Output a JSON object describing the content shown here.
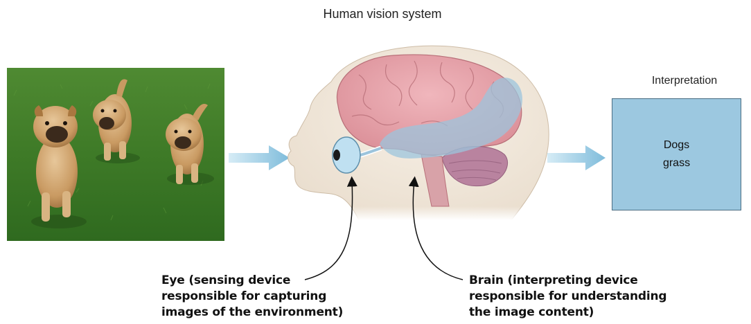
{
  "title": "Human vision system",
  "interpretation": {
    "label": "Interpretation",
    "lines": [
      "Dogs",
      "grass"
    ]
  },
  "captions": {
    "eye": [
      "Eye (sensing device",
      "responsible for capturing",
      "images of the environment)"
    ],
    "brain": [
      "Brain (interpreting device",
      "responsible for understanding",
      "the image content)"
    ]
  },
  "colors": {
    "arrow": "#8fc6e0",
    "box_fill": "#9cc8e0",
    "brain": "#e6a0a8",
    "head_skin": "#f1e8dc",
    "optic_pathway": "#9cc4dc",
    "grass": "#3f7a2a"
  }
}
